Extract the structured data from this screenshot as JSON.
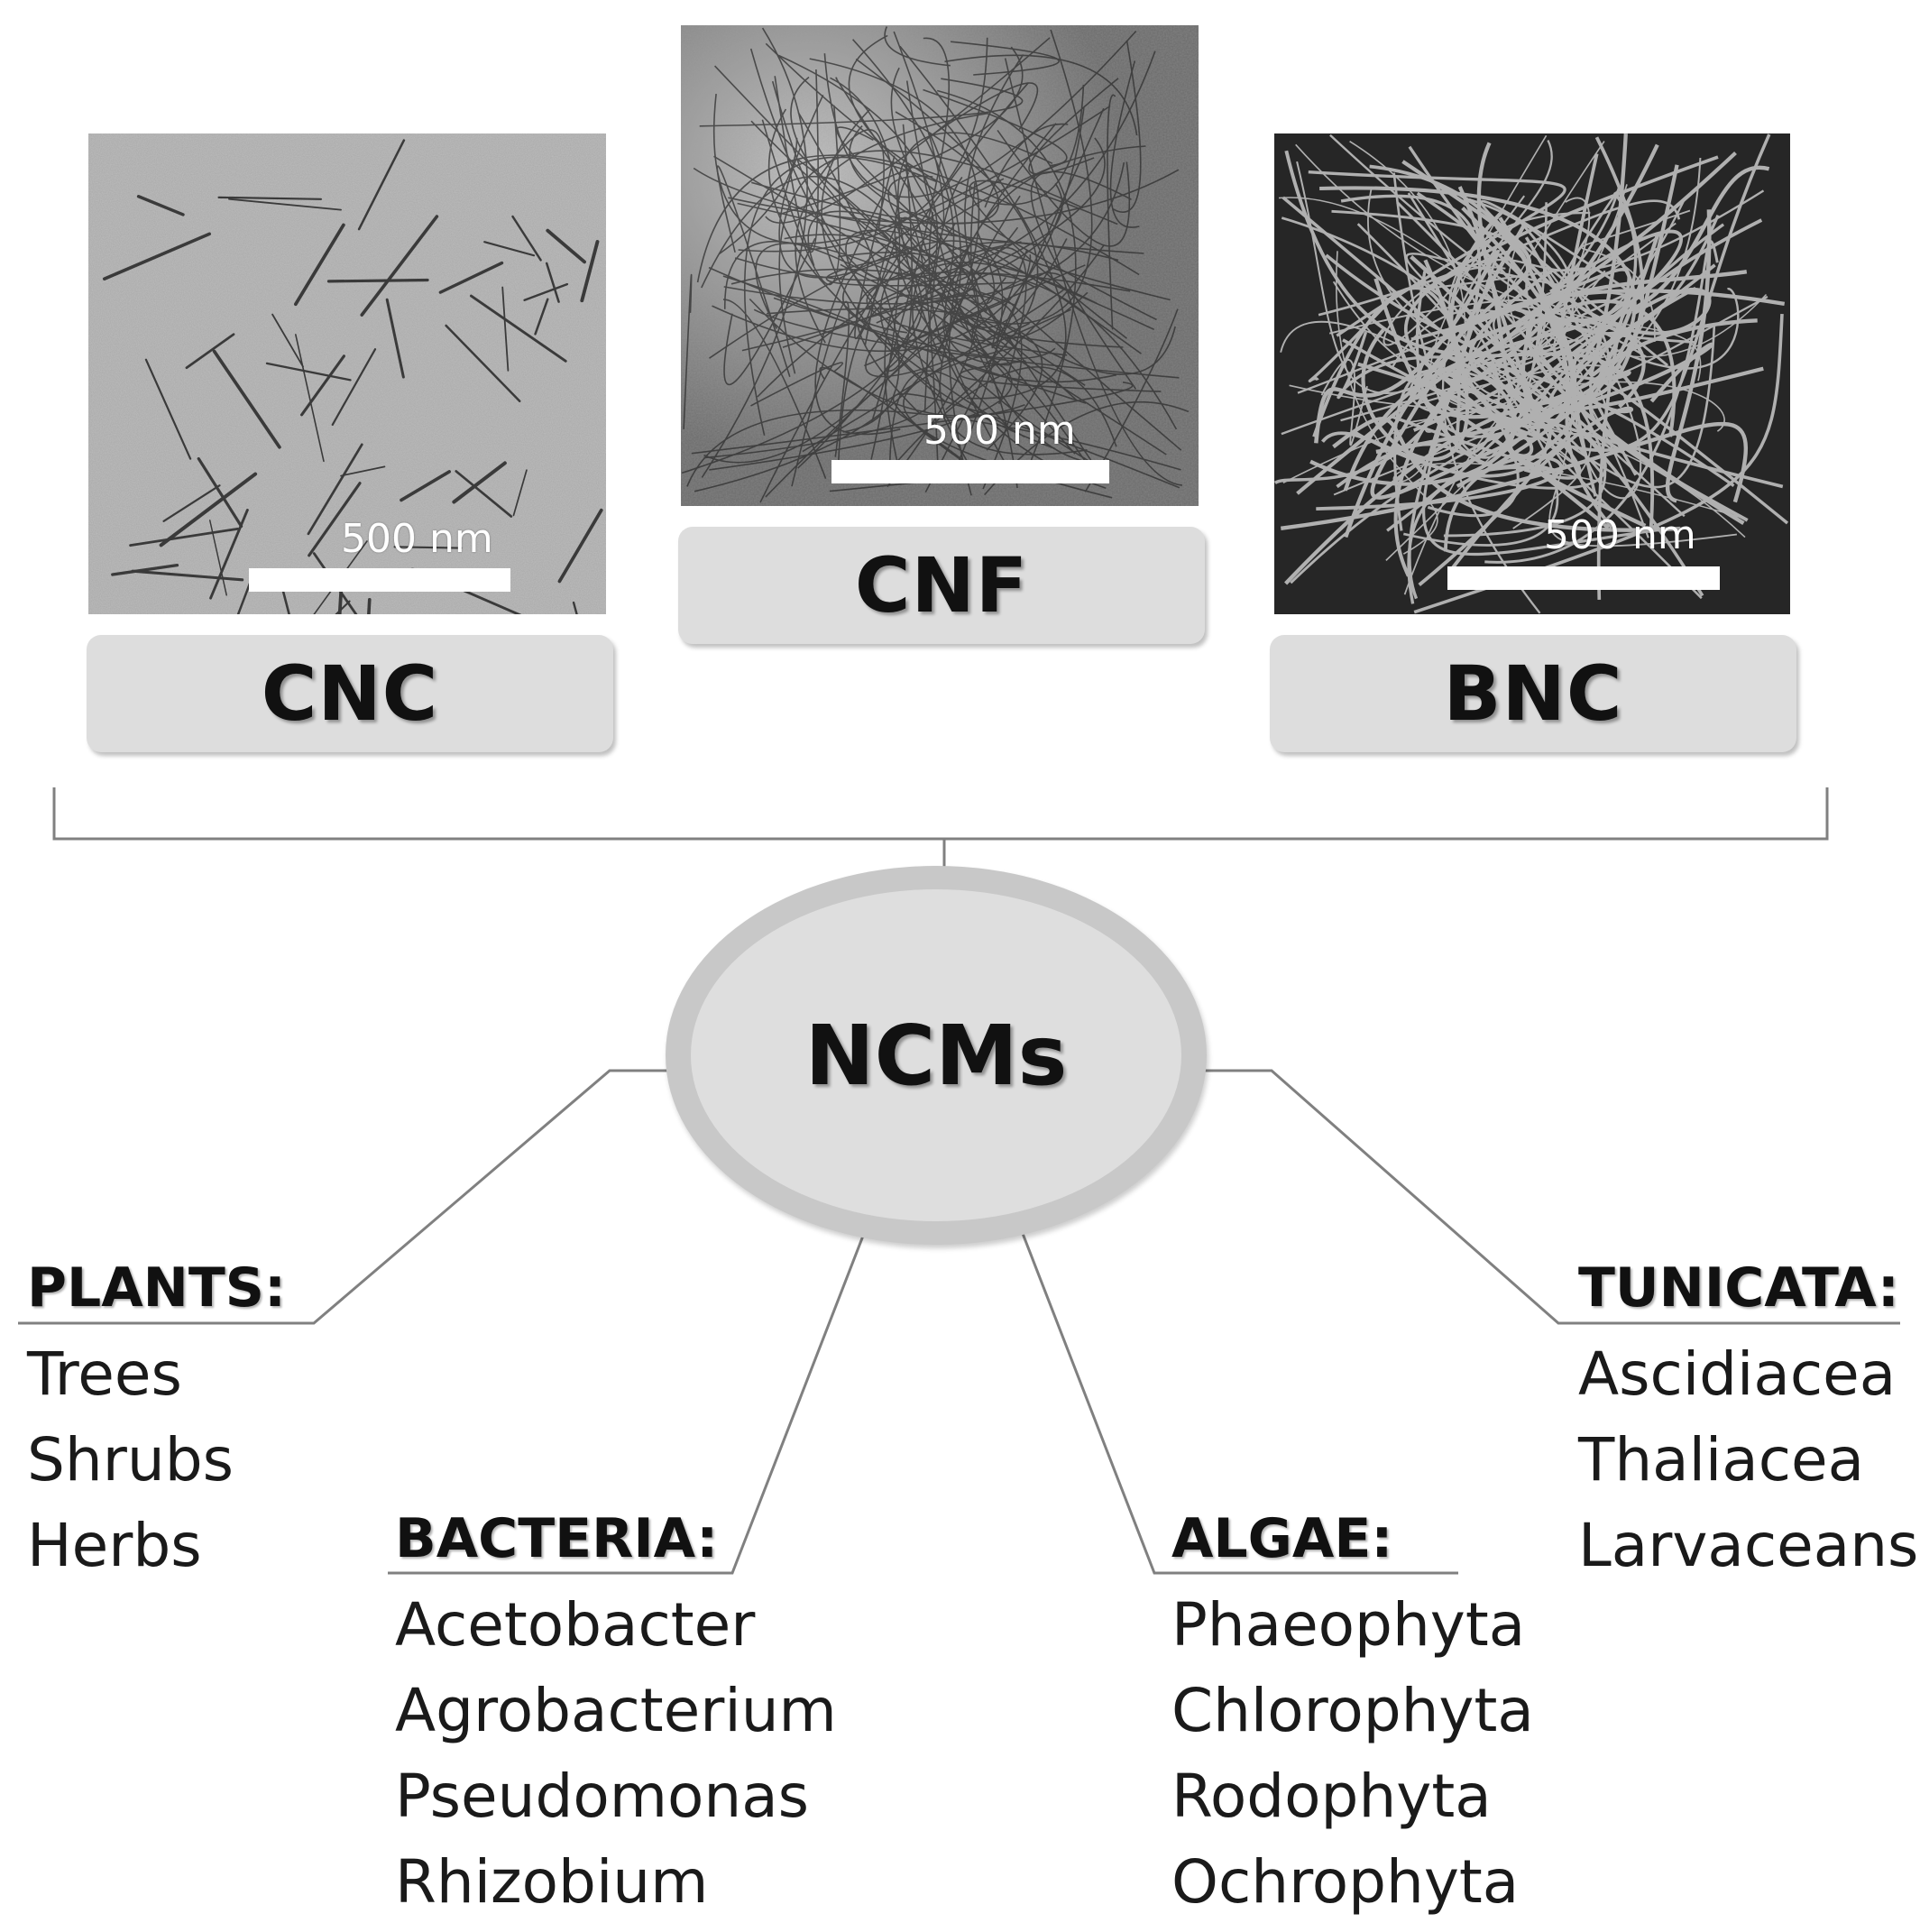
{
  "panels": [
    {
      "id": "cnc",
      "label": "CNC",
      "scale": "500 nm"
    },
    {
      "id": "cnf",
      "label": "CNF",
      "scale": "500 nm"
    },
    {
      "id": "bnc",
      "label": "BNC",
      "scale": "500 nm"
    }
  ],
  "hub": {
    "label": "NCMs"
  },
  "sources": [
    {
      "id": "plants",
      "title": "PLANTS:",
      "items": [
        "Trees",
        "Shrubs",
        "Herbs"
      ]
    },
    {
      "id": "bacteria",
      "title": "BACTERIA:",
      "items": [
        "Acetobacter",
        "Agrobacterium",
        "Pseudomonas",
        "Rhizobium"
      ]
    },
    {
      "id": "algae",
      "title": "ALGAE:",
      "items": [
        "Phaeophyta",
        "Chlorophyta",
        "Rodophyta",
        "Ochrophyta"
      ]
    },
    {
      "id": "tunicata",
      "title": "TUNICATA:",
      "items": [
        "Ascidiacea",
        "Thaliacea",
        "Larvaceans"
      ]
    }
  ],
  "colors": {
    "tag_fill": "#dddddd",
    "hub_ring": "#c8c8c8",
    "hub_fill": "#dedede",
    "line": "#808080"
  }
}
